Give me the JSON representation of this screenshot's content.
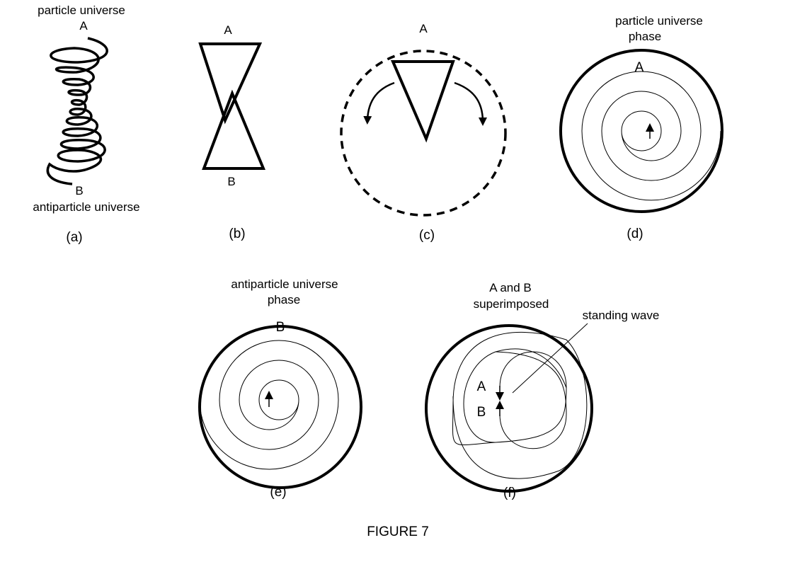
{
  "panels": {
    "a": {
      "top_label": "particle universe",
      "top_letter": "A",
      "bottom_letter": "B",
      "bottom_label": "antiparticle universe",
      "caption": "(a)"
    },
    "b": {
      "top_letter": "A",
      "bottom_letter": "B",
      "caption": "(b)"
    },
    "c": {
      "top_letter": "A",
      "caption": "(c)"
    },
    "d": {
      "title_line1": "particle universe",
      "title_line2": "phase",
      "letter": "A",
      "caption": "(d)"
    },
    "e": {
      "title_line1": "antiparticle universe",
      "title_line2": "phase",
      "letter": "B",
      "caption": "(e)"
    },
    "f": {
      "title_line1": "A and B",
      "title_line2": "superimposed",
      "annotation": "standing wave",
      "letter_a": "A",
      "letter_b": "B",
      "caption": "(f)"
    }
  },
  "figure_title": "FIGURE 7"
}
